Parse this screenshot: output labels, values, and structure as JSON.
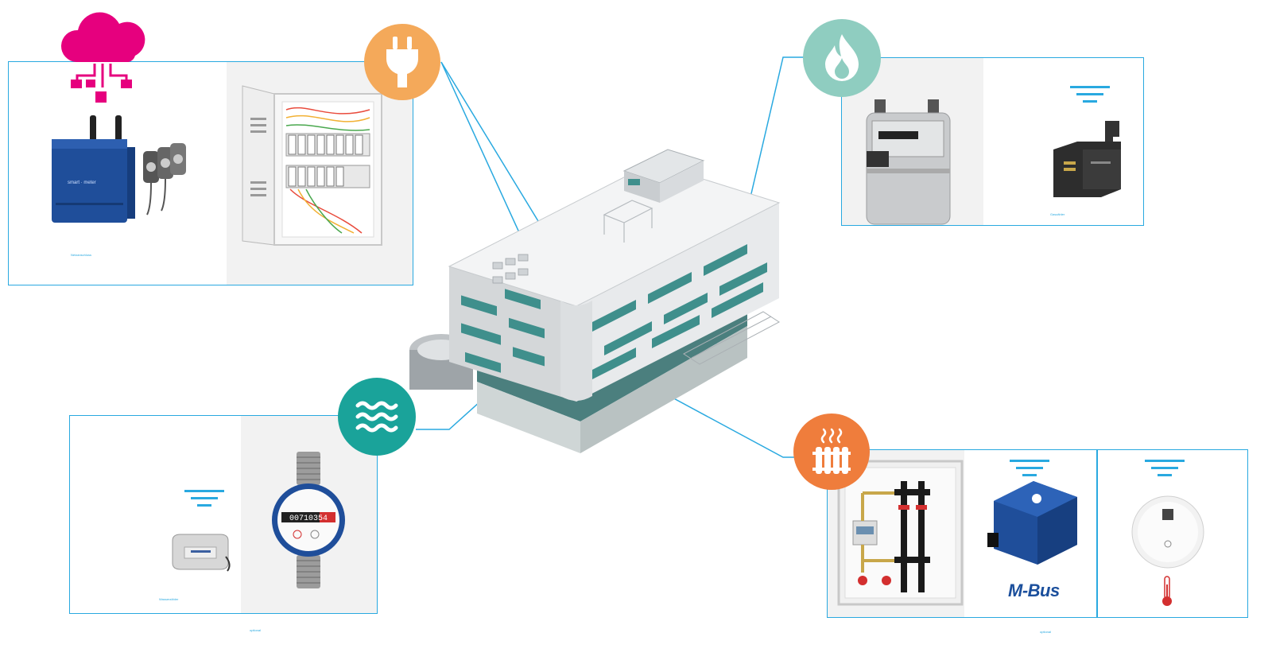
{
  "labels": {
    "electricity_caption": "Netzanschluss",
    "gas_caption": "Gaszähler",
    "water_caption": "Wasserzähler",
    "water_optional": "optional",
    "heat_optional": "optional",
    "mbus_logo": "M-Bus"
  },
  "water_meter": {
    "digits": "00710354"
  },
  "colors": {
    "line": "#29a9e0",
    "cloud": "#e6007e",
    "plug_circle": "#f4a95a",
    "flame_circle": "#8fcdc0",
    "water_circle": "#1aa39a",
    "heat_circle": "#ef7d3c"
  },
  "icons": [
    "cloud-network-icon",
    "plug-icon",
    "flame-icon",
    "water-waves-icon",
    "radiator-icon",
    "wireless-signal-icon",
    "thermometer-icon"
  ]
}
